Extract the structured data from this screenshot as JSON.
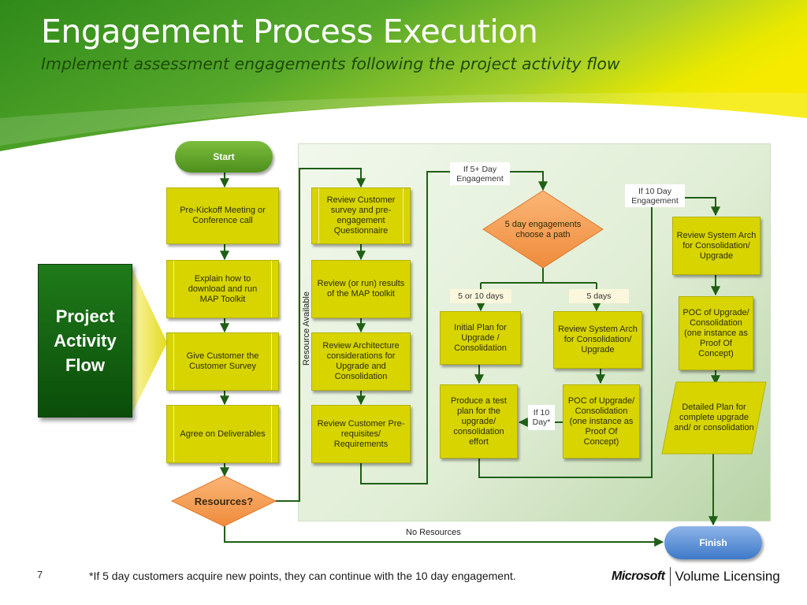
{
  "header": {
    "title": "Engagement Process Execution",
    "subtitle": "Implement assessment engagements following the project activity flow"
  },
  "colors": {
    "banner_green": "#3f9a1c",
    "banner_yellow": "#f2e600",
    "box_yellow": "#d8d400",
    "dark_green": "#0b4d0a",
    "decision_orange": "#f7a35c",
    "finish_blue": "#4f88d3",
    "start_green": "#5ea22a",
    "connector_green": "#1f5f16"
  },
  "side_label": {
    "lines": [
      "Project",
      "Activity",
      "Flow"
    ]
  },
  "flow": {
    "start": "Start",
    "finish": "Finish",
    "col1": [
      "Pre-Kickoff Meeting or Conference call",
      "Explain how to download and run MAP Toolkit",
      "Give Customer the Customer Survey",
      "Agree on Deliverables"
    ],
    "resources_decision": "Resources?",
    "resource_available": "Resource Available",
    "no_resources": "No Resources",
    "col2": [
      "Review Customer survey and pre-engagement Questionnaire",
      "Review (or run) results of the MAP toolkit",
      "Review Architecture considerations for Upgrade and Consolidation",
      "Review Customer Pre-requisites/ Requirements"
    ],
    "if_5_day": "If 5+ Day Engagement",
    "if_10_day": "If 10 Day Engagement",
    "five_day_decision": "5 day engagements choose a path",
    "five_or_ten": "5 or 10 days",
    "five_days": "5 days",
    "initial_plan": "Initial Plan for Upgrade / Consolidation",
    "test_plan": "Produce a test plan for the upgrade/ consolidation effort",
    "if_10_day_star": "If 10 Day*",
    "review_arch_5": "Review System Arch for Consolidation/ Upgrade",
    "poc_5": "POC of Upgrade/ Consolidation (one instance as Proof Of Concept)",
    "review_arch_10": "Review System Arch for Consolidation/ Upgrade",
    "poc_10": "POC of Upgrade/ Consolidation (one instance as Proof Of Concept)",
    "detailed_plan": "Detailed Plan for complete upgrade and/ or consolidation"
  },
  "footer": {
    "page_number": "7",
    "note": "*If 5 day customers acquire new points, they can continue with the 10 day engagement.",
    "logo_brand": "Microsoft",
    "logo_product": "Volume Licensing"
  }
}
